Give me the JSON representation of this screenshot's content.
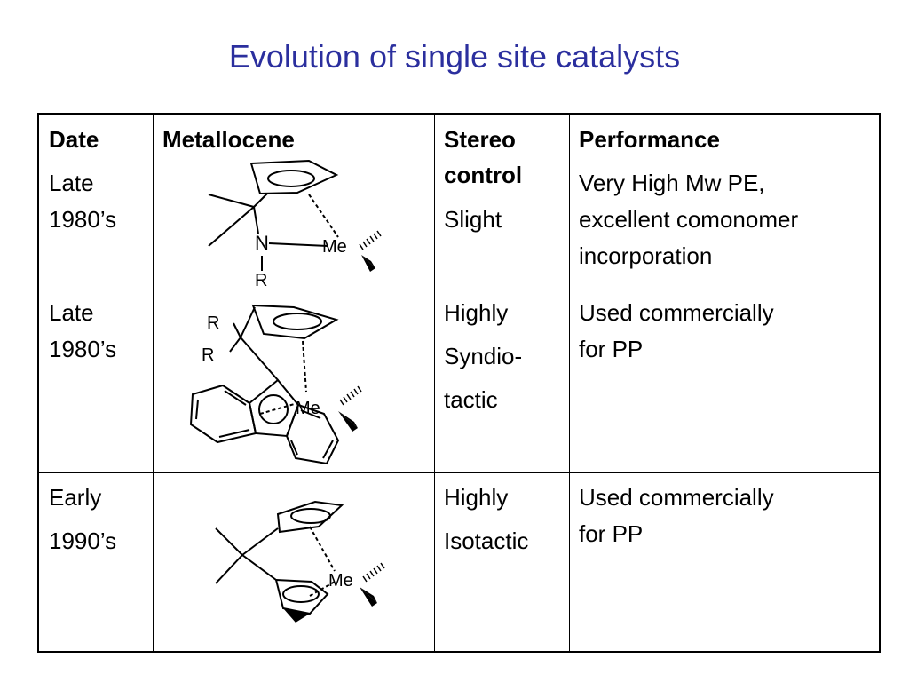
{
  "title": "Evolution of single site catalysts",
  "table": {
    "headers": {
      "date": "Date",
      "metallocene": "Metallocene",
      "stereo_line1": "Stereo",
      "stereo_line2": "control",
      "performance": "Performance"
    },
    "rows": [
      {
        "date_line1": "Late",
        "date_line2": "1980’s",
        "stereo_line1": "Slight",
        "performance_line1": "Very High Mw PE,",
        "performance_line2": "excellent comonomer",
        "performance_line3": "incorporation",
        "structure": {
          "labels": [
            "N",
            "R",
            "Me"
          ]
        }
      },
      {
        "date_line1": "Late",
        "date_line2": "1980’s",
        "stereo_line1": "Highly",
        "stereo_line2": "Syndio-",
        "stereo_line3": "tactic",
        "performance_line1": "Used commercially",
        "performance_line2": "for PP",
        "structure": {
          "labels": [
            "R",
            "R",
            "Me"
          ]
        }
      },
      {
        "date_line1": "Early",
        "date_line2": "1990’s",
        "stereo_line1": "Highly",
        "stereo_line2": "Isotactic",
        "performance_line1": "Used commercially",
        "performance_line2": "for PP",
        "structure": {
          "labels": [
            "Me"
          ]
        }
      }
    ]
  }
}
